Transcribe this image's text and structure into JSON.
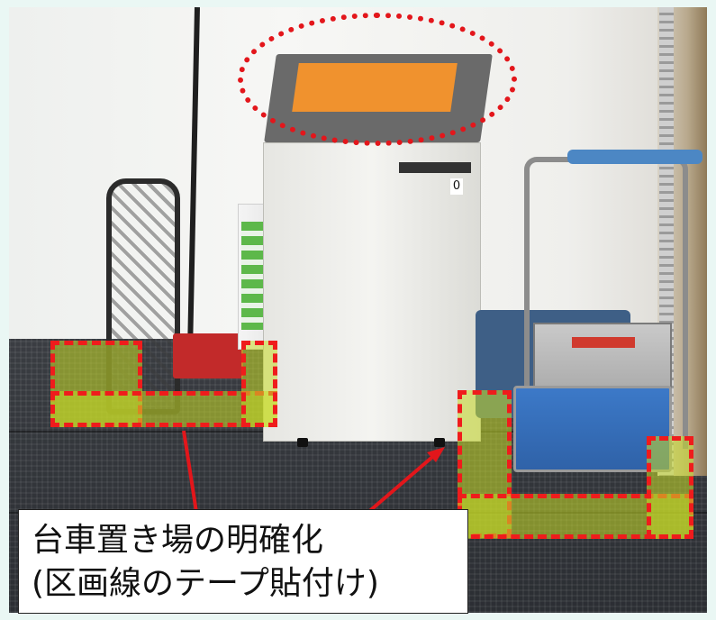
{
  "photo": {
    "shredder_counter": "0"
  },
  "caption": {
    "line1": "台車置き場の明確化",
    "line2": "(区画線のテープ貼付け)"
  },
  "colors": {
    "highlight_red": "#e3161b",
    "zone_fill": "#c8dc28",
    "cart_blue": "#2f62a8",
    "lid_orange": "#f0922e"
  }
}
